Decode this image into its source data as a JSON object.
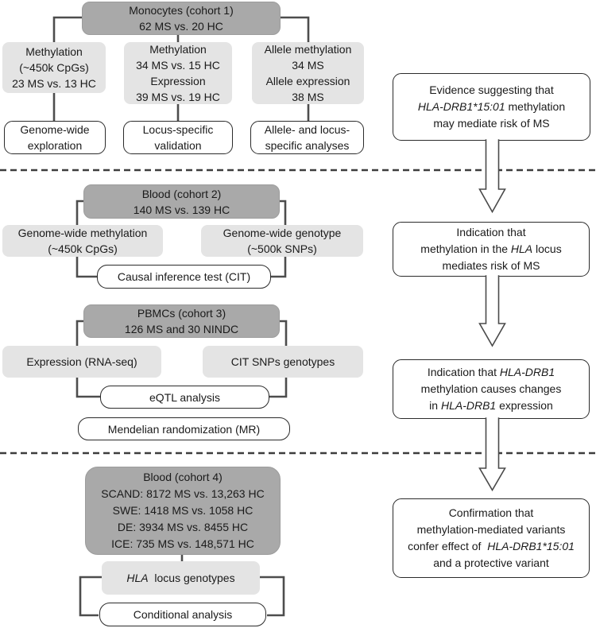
{
  "figure": {
    "title": "MS methylation study design flowchart",
    "colors": {
      "cohort_header_fill": "#a9a9a9",
      "data_box_fill": "#e4e4e4",
      "result_box_fill": "#ffffff",
      "connector_line": "#4d4d4d",
      "dashed_line": "#3d3d3d",
      "text": "#1a1a1a"
    }
  },
  "flow": {
    "cohort1": {
      "header_lines": [
        "Monocytes (cohort 1)",
        "62 MS vs. 20 HC"
      ],
      "left_lines": [
        "Methylation",
        "(~450k CpGs)",
        "23 MS vs. 13 HC"
      ],
      "mid_lines": [
        "Methylation",
        "34 MS vs. 15 HC",
        "Expression",
        "39 MS vs. 19 HC"
      ],
      "right_lines": [
        "Allele methylation",
        "34 MS",
        "Allele expression",
        "38 MS"
      ],
      "outcome_left_lines": [
        "Genome-wide",
        "exploration"
      ],
      "outcome_mid_lines": [
        "Locus-specific",
        "validation"
      ],
      "outcome_right_lines": [
        "Allele- and locus-",
        "specific analyses"
      ]
    },
    "cohort2": {
      "header_lines": [
        "Blood (cohort 2)",
        "140 MS vs. 139 HC"
      ],
      "left_lines": [
        "Genome-wide methylation",
        "(~450k CpGs)"
      ],
      "right_lines": [
        "Genome-wide genotype",
        "(~500k SNPs)"
      ],
      "result_lines": [
        "Causal inference test (CIT)"
      ]
    },
    "cohort3": {
      "header_lines": [
        "PBMCs (cohort 3)",
        "126 MS and 30 NINDC"
      ],
      "left_lines": [
        "Expression (RNA-seq)"
      ],
      "right_lines": [
        "CIT SNPs genotypes"
      ],
      "result_lines": [
        "eQTL analysis"
      ],
      "result2_lines": [
        "Mendelian randomization (MR)"
      ]
    },
    "cohort4": {
      "header_lines": [
        "Blood (cohort 4)",
        "SCAND: 8172 MS vs. 13,263 HC",
        "SWE: 1418 MS vs. 1058 HC",
        "DE: 3934 MS vs. 8455 HC",
        "ICE: 735 MS vs. 148,571 HC"
      ],
      "mid_lines": [
        [
          {
            "t": "HLA",
            "i": true
          },
          {
            "t": "  locus genotypes"
          }
        ]
      ],
      "result_lines": [
        "Conditional analysis"
      ]
    }
  },
  "conclusions": {
    "box1_lines": [
      "Evidence suggesting that",
      [
        {
          "t": "HLA-DRB1*15:01",
          "i": true
        },
        {
          "t": " methylation"
        }
      ],
      "may mediate risk of MS"
    ],
    "box2_lines": [
      "Indication that",
      [
        {
          "t": "methylation in the "
        },
        {
          "t": "HLA",
          "i": true
        },
        {
          "t": " locus"
        }
      ],
      "mediates risk of MS"
    ],
    "box3_lines": [
      [
        {
          "t": "Indication that "
        },
        {
          "t": "HLA-DRB1",
          "i": true
        }
      ],
      "methylation causes changes",
      [
        {
          "t": "in "
        },
        {
          "t": "HLA-DRB1",
          "i": true
        },
        {
          "t": " expression"
        }
      ]
    ],
    "box4_lines": [
      "Confirmation that",
      "methylation-mediated variants",
      [
        {
          "t": "confer effect of  "
        },
        {
          "t": "HLA-DRB1*15:01",
          "i": true
        }
      ],
      "and a protective variant"
    ]
  }
}
